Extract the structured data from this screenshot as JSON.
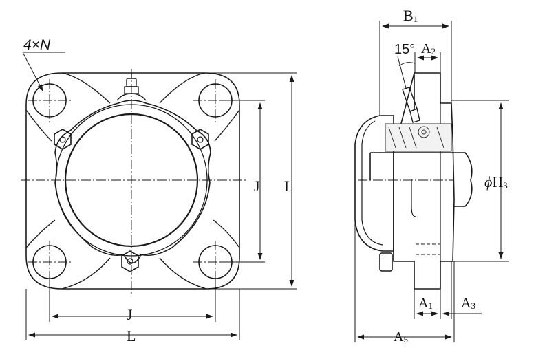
{
  "front_view": {
    "bolt_note": "4×N",
    "dim_J_vertical": "J",
    "dim_L_vertical": "L",
    "dim_J_horizontal": "J",
    "dim_L_horizontal": "L"
  },
  "side_view": {
    "dim_B1": {
      "main": "B",
      "sub": "1"
    },
    "angle": "15°",
    "dim_A2": {
      "main": "A",
      "sub": "2"
    },
    "dim_H3": {
      "prefix": "ϕ",
      "main": "H",
      "sub": "3"
    },
    "dim_A1": {
      "main": "A",
      "sub": "1"
    },
    "dim_A3": {
      "main": "A",
      "sub": "3"
    },
    "dim_A5": {
      "main": "A",
      "sub": "5"
    }
  },
  "colors": {
    "line": "#1a1a1a",
    "fill": "#ffffff",
    "hatch": "#333333"
  }
}
